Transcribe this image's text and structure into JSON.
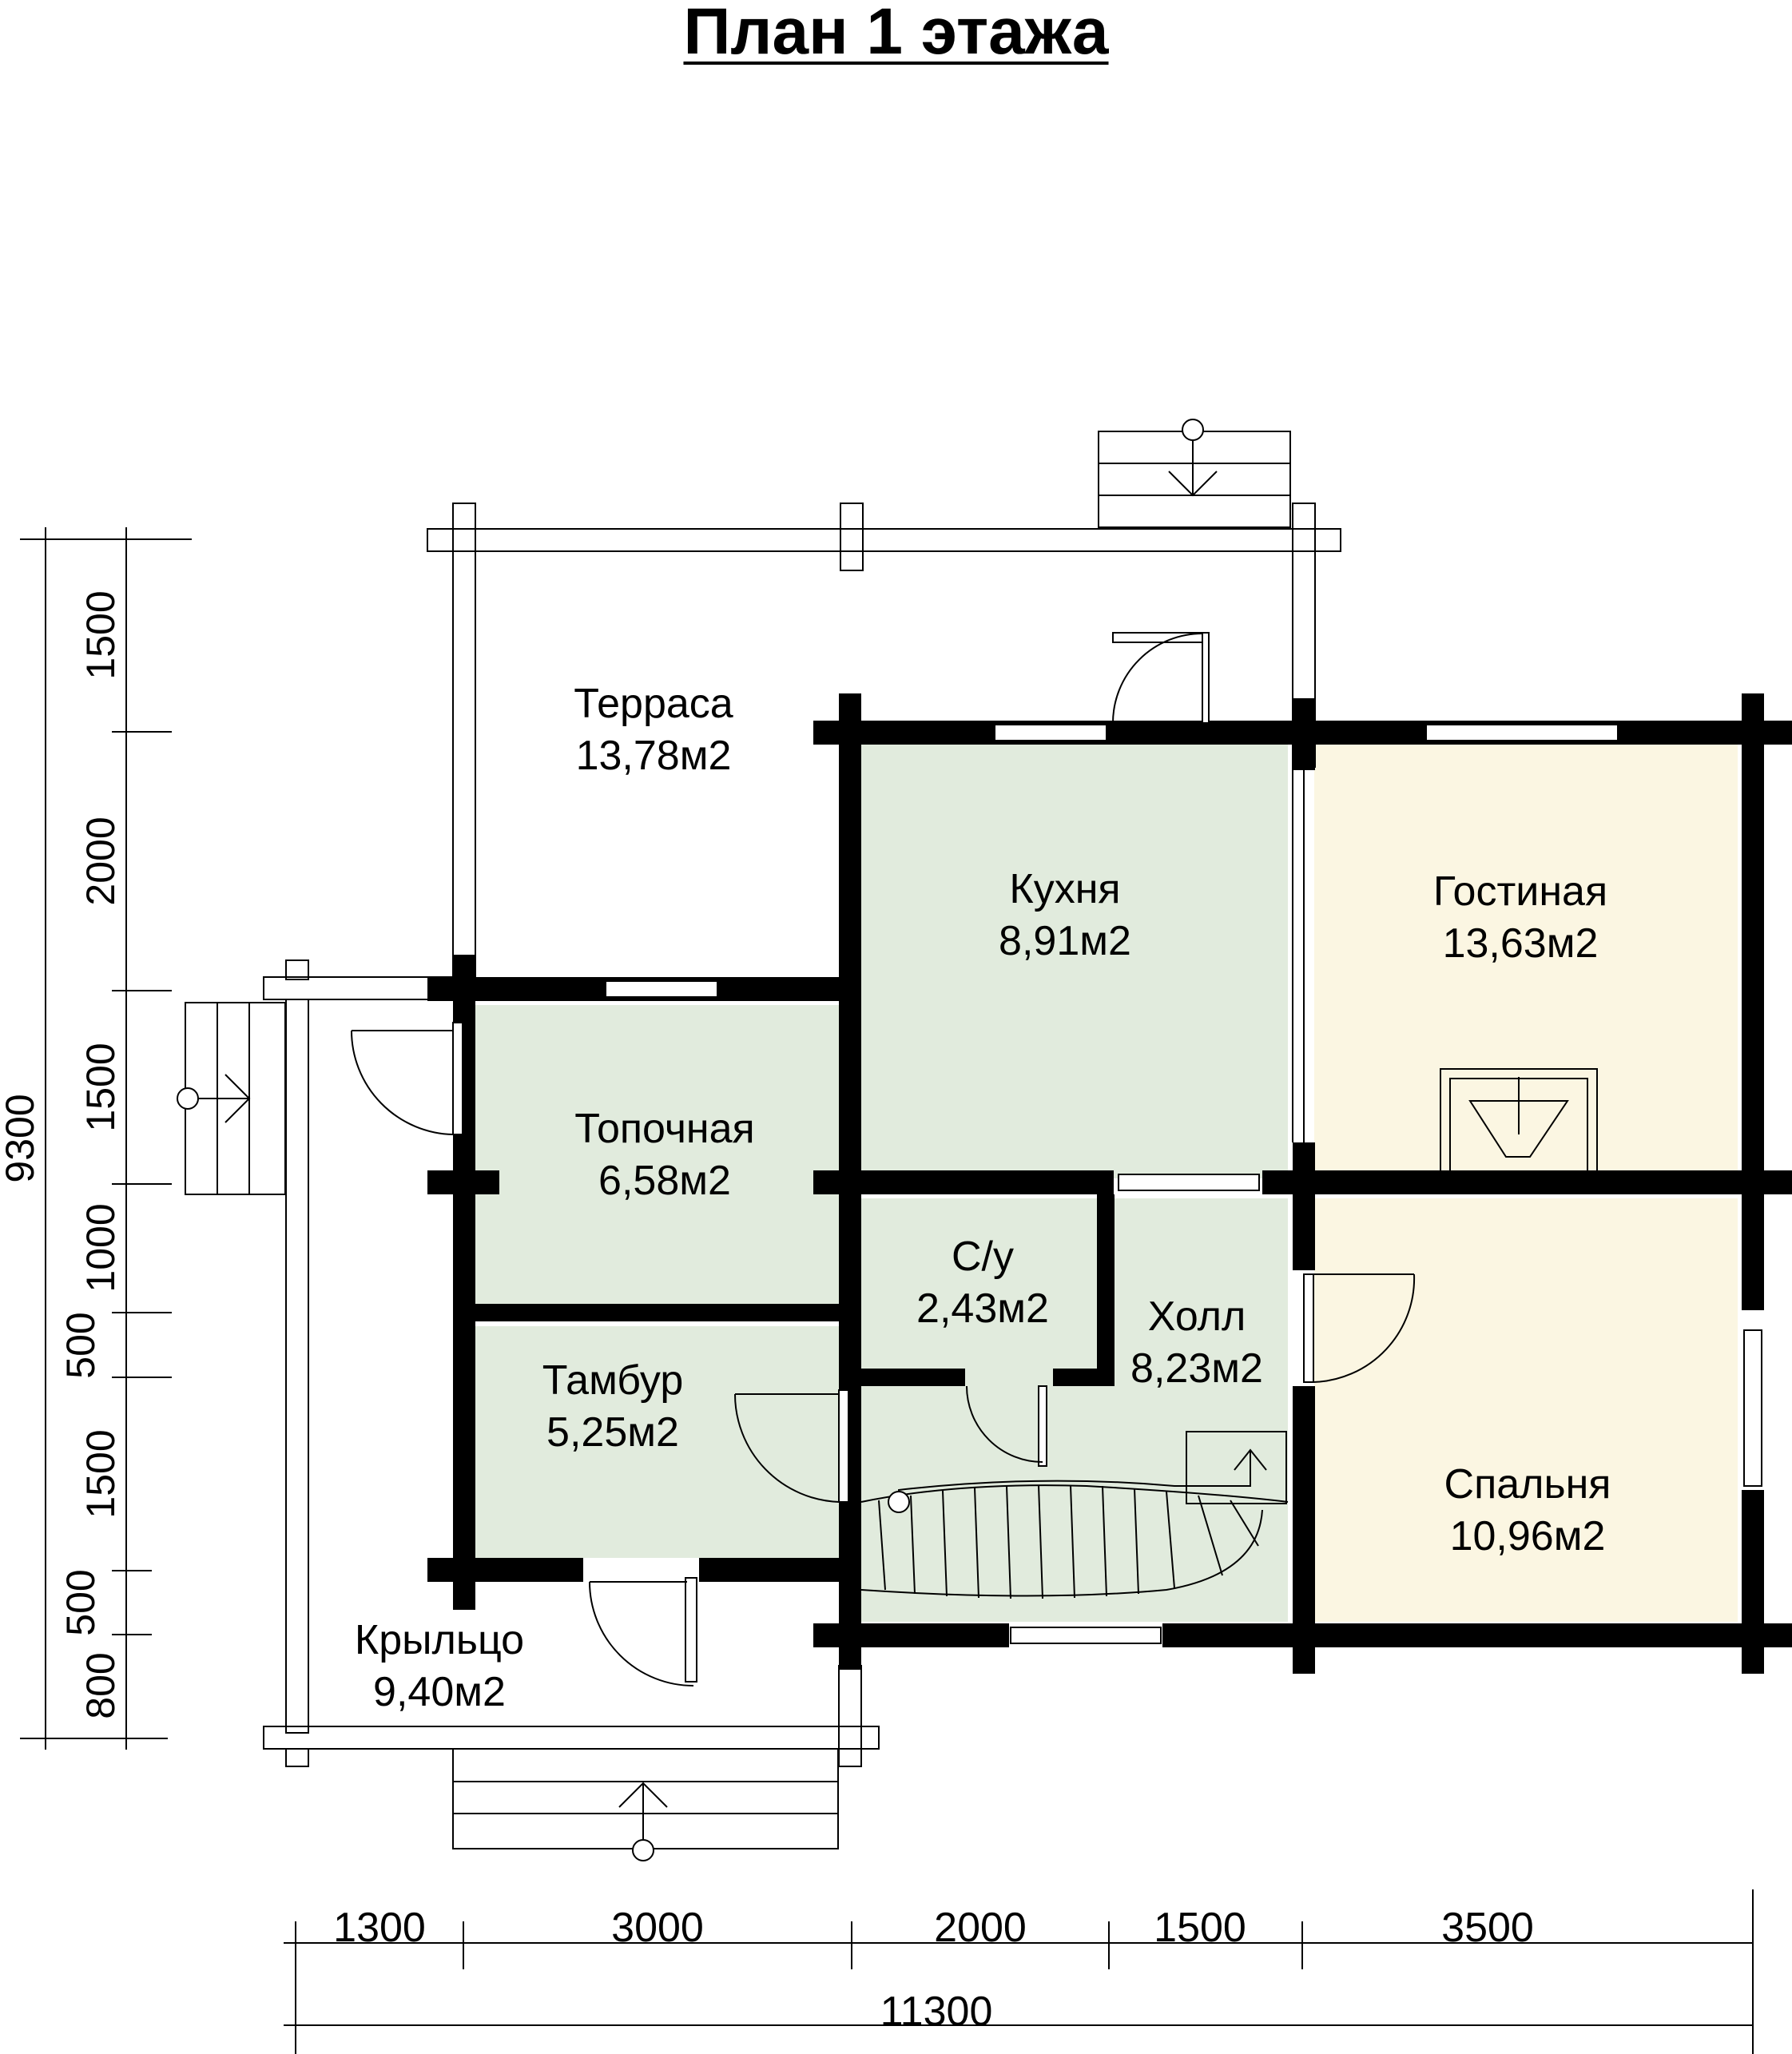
{
  "title": "План 1 этажа",
  "colors": {
    "wall": "#000000",
    "room_green": "#e1ebdd",
    "room_cream": "#fbf6e2",
    "line": "#000000",
    "background": "#ffffff"
  },
  "rooms": {
    "terrace": {
      "name": "Терраса",
      "area": "13,78м2"
    },
    "kitchen": {
      "name": "Кухня",
      "area": "8,91м2"
    },
    "living": {
      "name": "Гостиная",
      "area": "13,63м2"
    },
    "furnace": {
      "name": "Топочная",
      "area": "6,58м2"
    },
    "wc": {
      "name": "С/у",
      "area": "2,43м2"
    },
    "hall": {
      "name": "Холл",
      "area": "8,23м2"
    },
    "vestibule": {
      "name": "Тамбур",
      "area": "5,25м2"
    },
    "bedroom": {
      "name": "Спальня",
      "area": "10,96м2"
    },
    "porch": {
      "name": "Крыльцо",
      "area": "9,40м2"
    }
  },
  "dimensions": {
    "bottom": [
      "1300",
      "3000",
      "2000",
      "1500",
      "3500"
    ],
    "bottom_total": "11300",
    "left": [
      "1500",
      "2000",
      "1500",
      "1000",
      "500",
      "1500",
      "500",
      "800"
    ],
    "left_total": "9300"
  }
}
